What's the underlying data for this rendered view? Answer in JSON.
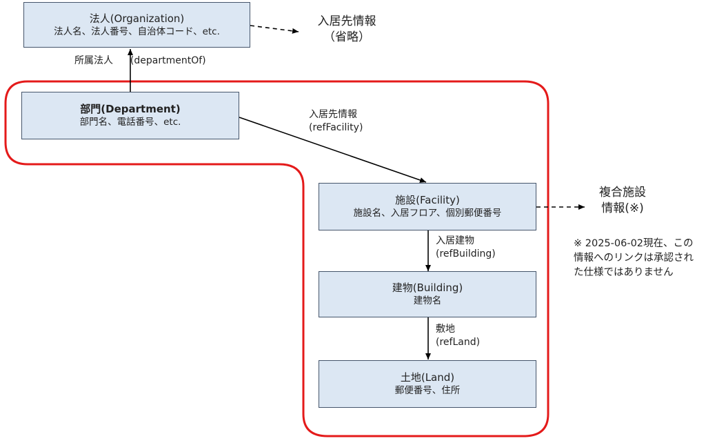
{
  "organization": {
    "title": "法人(Organization)",
    "subtitle": "法人名、法人番号、自治体コード、etc."
  },
  "residence_info": {
    "line1": "入居先情報",
    "line2": "（省略）"
  },
  "link_department_of": {
    "line1": "所属法人",
    "line2": "(departmentOf)"
  },
  "department": {
    "title": "部門(Department)",
    "subtitle": "部門名、電話番号、etc."
  },
  "link_ref_facility": {
    "line1": "入居先情報",
    "line2": "(refFacility)"
  },
  "facility": {
    "title": "施設(Facility)",
    "subtitle": "施設名、入居フロア、個別郵便番号"
  },
  "composite_facility": {
    "line1": "複合施設",
    "line2": "情報(※)"
  },
  "note": {
    "text": "※ 2025-06-02現在、この情報へのリンクは承認された仕様ではありません"
  },
  "link_ref_building": {
    "line1": "入居建物",
    "line2": "(refBuilding)"
  },
  "building": {
    "title": "建物(Building)",
    "subtitle": "建物名"
  },
  "link_ref_land": {
    "line1": "敷地",
    "line2": "(refLand)"
  },
  "land": {
    "title": "土地(Land)",
    "subtitle": "郵便番号、住所"
  },
  "colors": {
    "box_fill": "#dce7f3",
    "box_border": "#44546a",
    "highlight_outline": "#e41a1a",
    "arrow": "#000000"
  }
}
